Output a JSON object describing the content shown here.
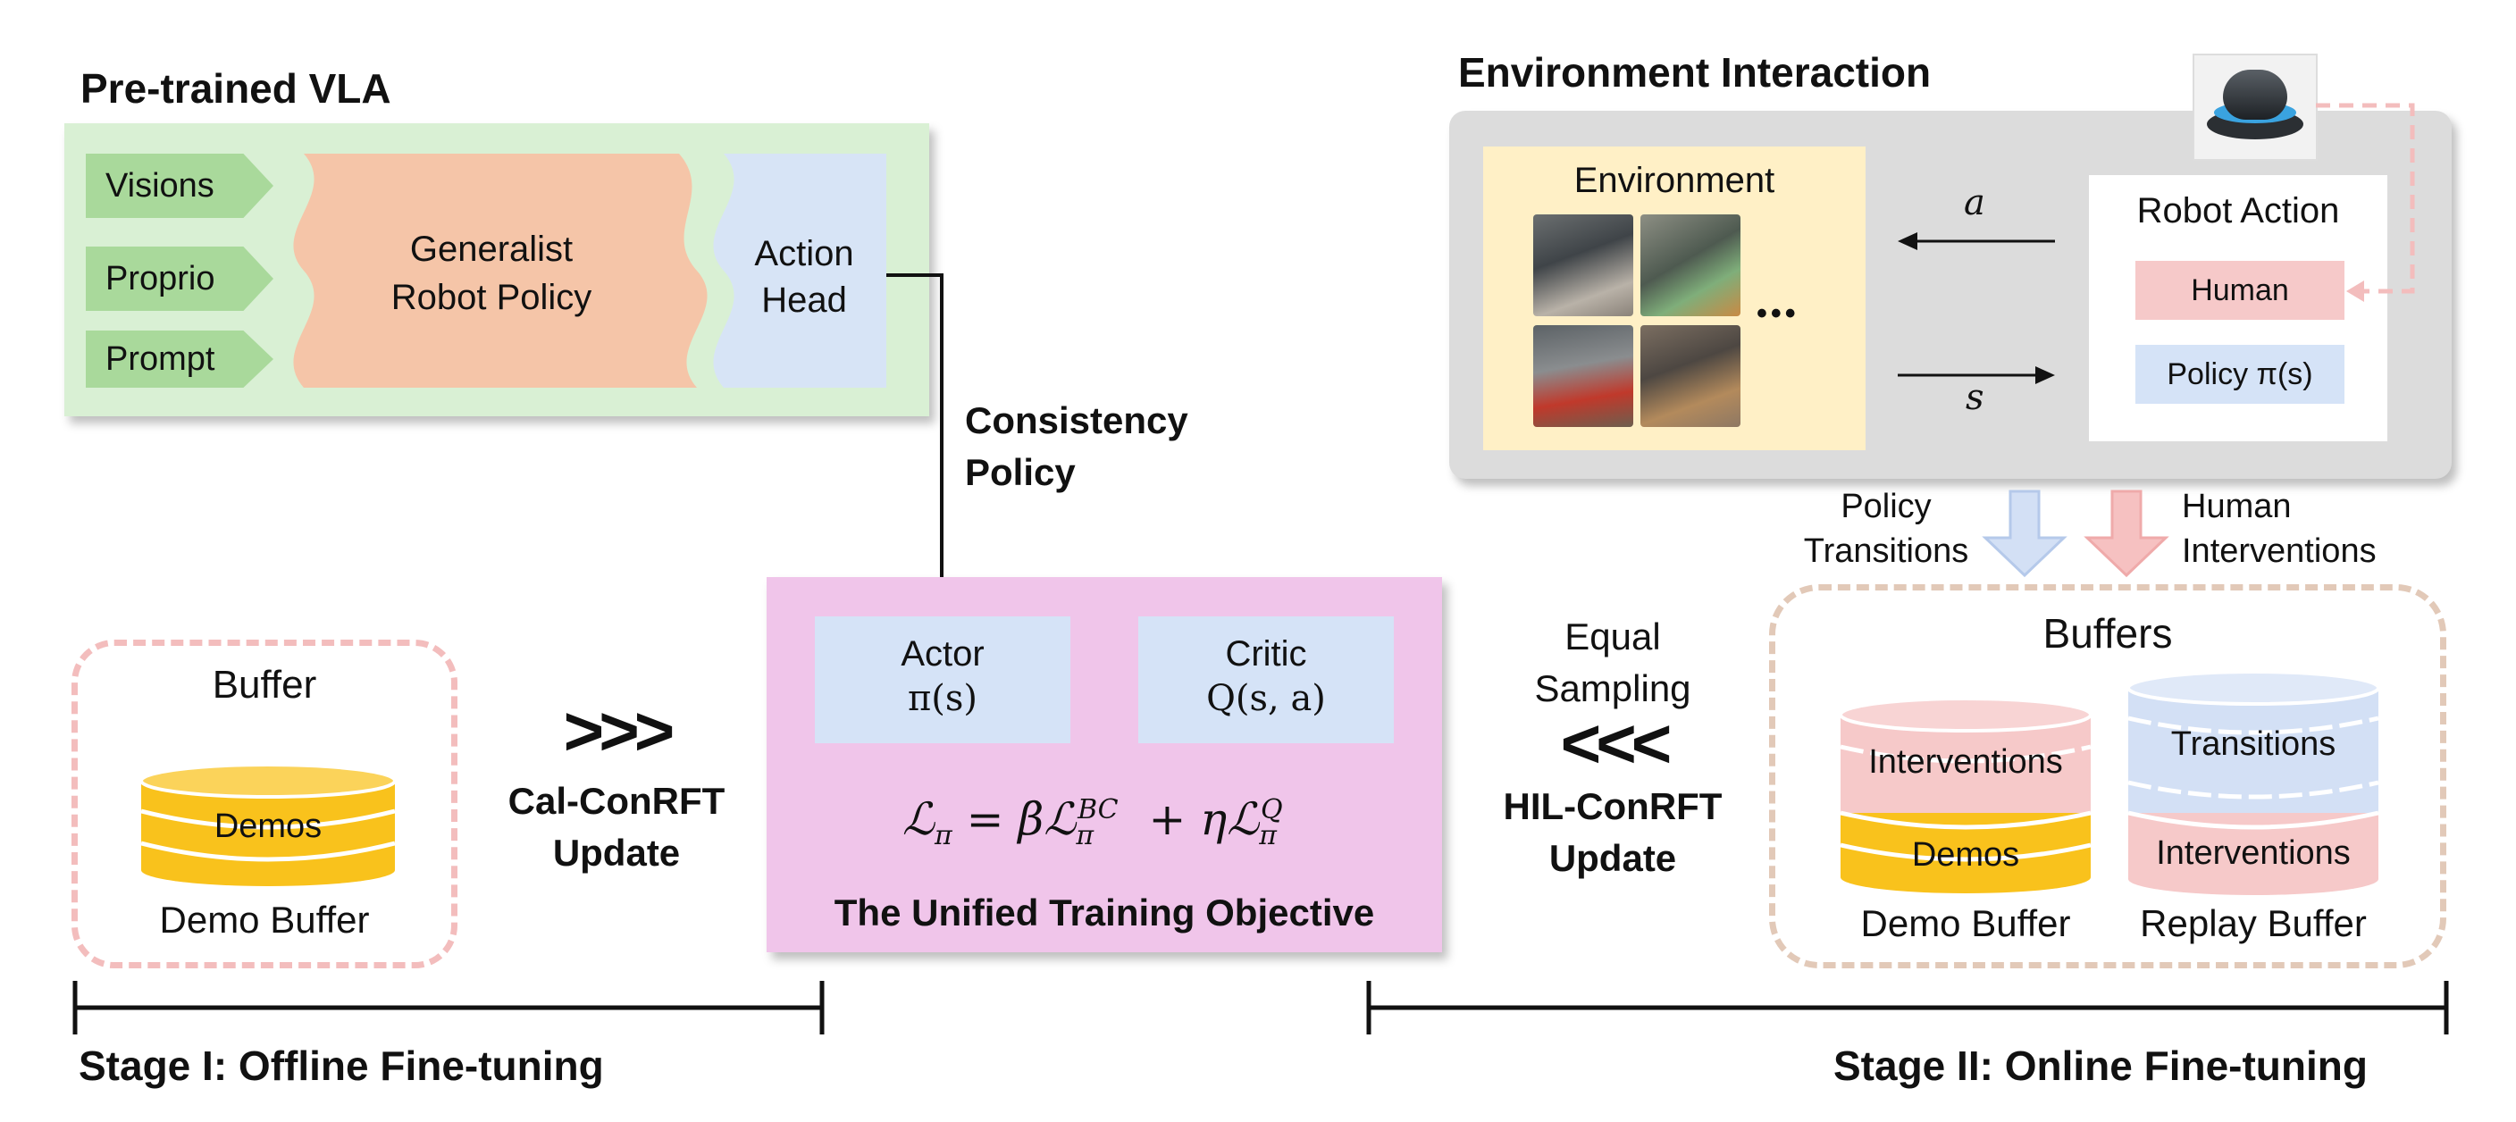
{
  "pretrained": {
    "title": "Pre-trained VLA",
    "inputs": [
      "Visions",
      "Proprio",
      "Prompt"
    ],
    "policy": [
      "Generalist",
      "Robot Policy"
    ],
    "head": [
      "Action",
      "Head"
    ]
  },
  "consistency": [
    "Consistency",
    "Policy"
  ],
  "environment": {
    "title": "Environment Interaction",
    "env_label": "Environment",
    "ellipsis": "•••",
    "action_symbol": "a",
    "state_symbol": "s",
    "robot_action_label": "Robot Action",
    "human_label": "Human",
    "policy_label": "Policy π(s)"
  },
  "arrows": {
    "policy_transitions": [
      "Policy",
      "Transitions"
    ],
    "human_interventions": [
      "Human",
      "Interventions"
    ]
  },
  "stage1": {
    "buffer_title": "Buffer",
    "demos": "Demos",
    "demo_buffer": "Demo Buffer",
    "chevrons": ">>>",
    "update": [
      "Cal-ConRFT",
      "Update"
    ],
    "stage_label": "Stage I: Offline Fine-tuning"
  },
  "unified": {
    "actor": "Actor",
    "actor_sym": "π(s)",
    "critic": "Critic",
    "critic_sym": "Q(s, a)",
    "objective_caption": "The Unified Training Objective"
  },
  "stage2": {
    "sampling": [
      "Equal",
      "Sampling"
    ],
    "chevrons": "<<<",
    "update": [
      "HIL-ConRFT",
      "Update"
    ],
    "buffers_title": "Buffers",
    "interventions": "Interventions",
    "demos": "Demos",
    "transitions": "Transitions",
    "interventions2": "Interventions",
    "demo_buffer": "Demo Buffer",
    "replay_buffer": "Replay Buffer",
    "stage_label": "Stage II: Online Fine-tuning"
  },
  "colors": {
    "vla_bg": "#d9f0d4",
    "input_green": "#a9d99b",
    "policy_salmon": "#f5c5a8",
    "head_blue": "#d7e4f6",
    "unified_pink": "#f0c5ea",
    "demo_yellow": "#f9c21c",
    "intervention_pink": "#f6c9c9",
    "transition_blue": "#d3e0f5"
  }
}
